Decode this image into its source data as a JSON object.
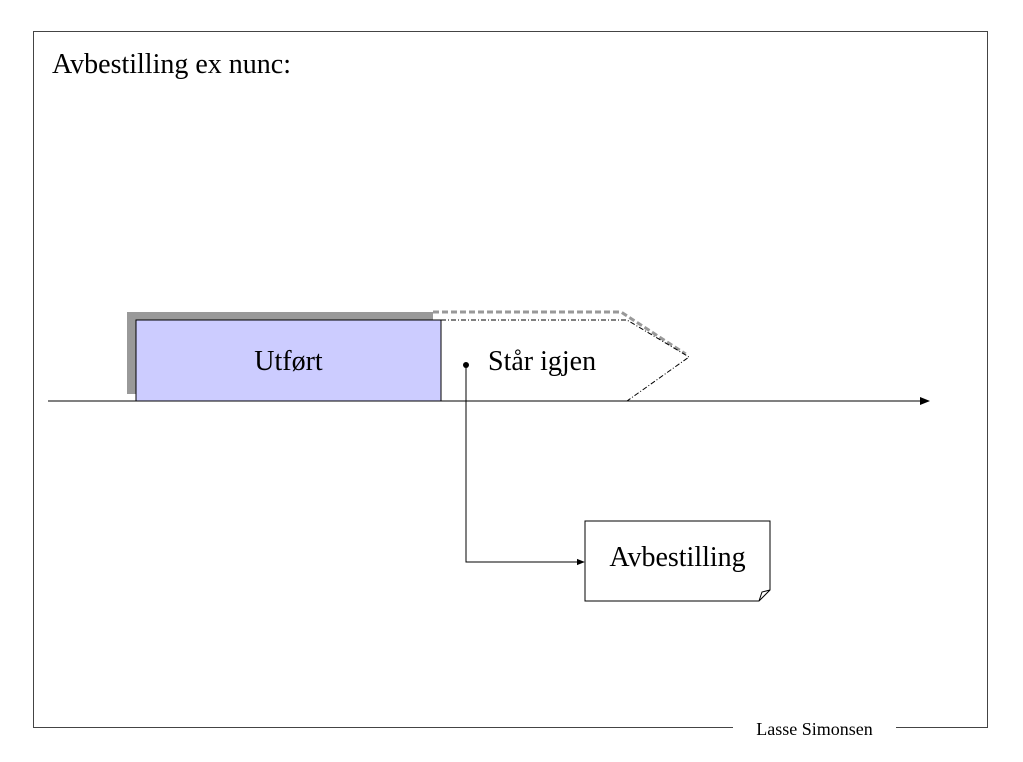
{
  "title": "Avbestilling ex nunc:",
  "diagram": {
    "completed_label": "Utført",
    "remaining_label": "Står igjen",
    "cancellation_label": "Avbestilling"
  },
  "colors": {
    "completed_fill": "#ccccff",
    "shadow": "#999999",
    "line": "#000000"
  },
  "footer": {
    "author": "Lasse Simonsen"
  }
}
